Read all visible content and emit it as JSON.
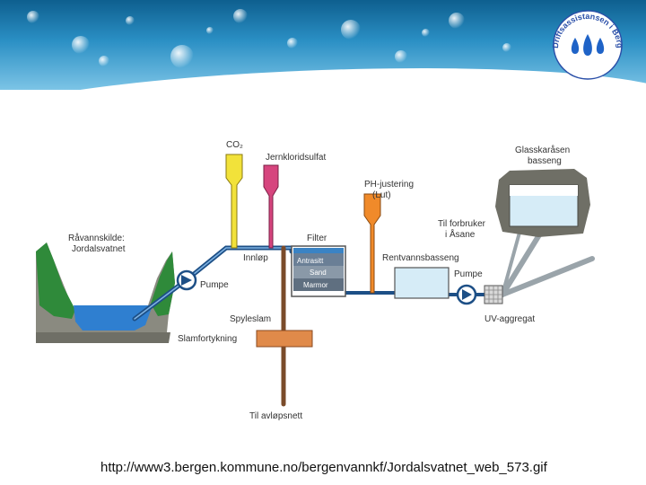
{
  "banner": {
    "logo": {
      "text": "Driftsassistansen i Bergen",
      "icon": "water-drops-icon"
    }
  },
  "diagram": {
    "labels": {
      "source": [
        "Råvannskilde:",
        "Jordalsvatnet"
      ],
      "pump_left": "Pumpe",
      "co2": "CO₂",
      "ferric": "Jernkloridsulfat",
      "inlet": "Innløp",
      "filter": "Filter",
      "filter_layers": [
        "Antrasitt",
        "Sand",
        "Marmor"
      ],
      "ph": [
        "PH-justering",
        "(Lut)"
      ],
      "clean_basin": "Rentvannsbasseng",
      "to_consumer": [
        "Til forbruker",
        "i Åsane"
      ],
      "glass_basin": [
        "Glasskaråsen",
        "basseng"
      ],
      "pump_right": "Pumpe",
      "uv": "UV-aggregat",
      "flush_sludge": "Spyleslam",
      "thickening": "Slamfortykning",
      "sewer": "Til avløpsnett"
    },
    "colors": {
      "water": "#2f7fd0",
      "pipe_blue": "#1d4f86",
      "pipe_brown": "#7a4b2a",
      "co2_tank": "#f2e23a",
      "ferric_tank": "#d6457e",
      "ph_tank": "#f08a2a",
      "rock": "#8a8a80"
    }
  },
  "source_url": "http://www3.bergen.kommune.no/bergenvannkf/Jordalsvatnet_web_573.gif"
}
